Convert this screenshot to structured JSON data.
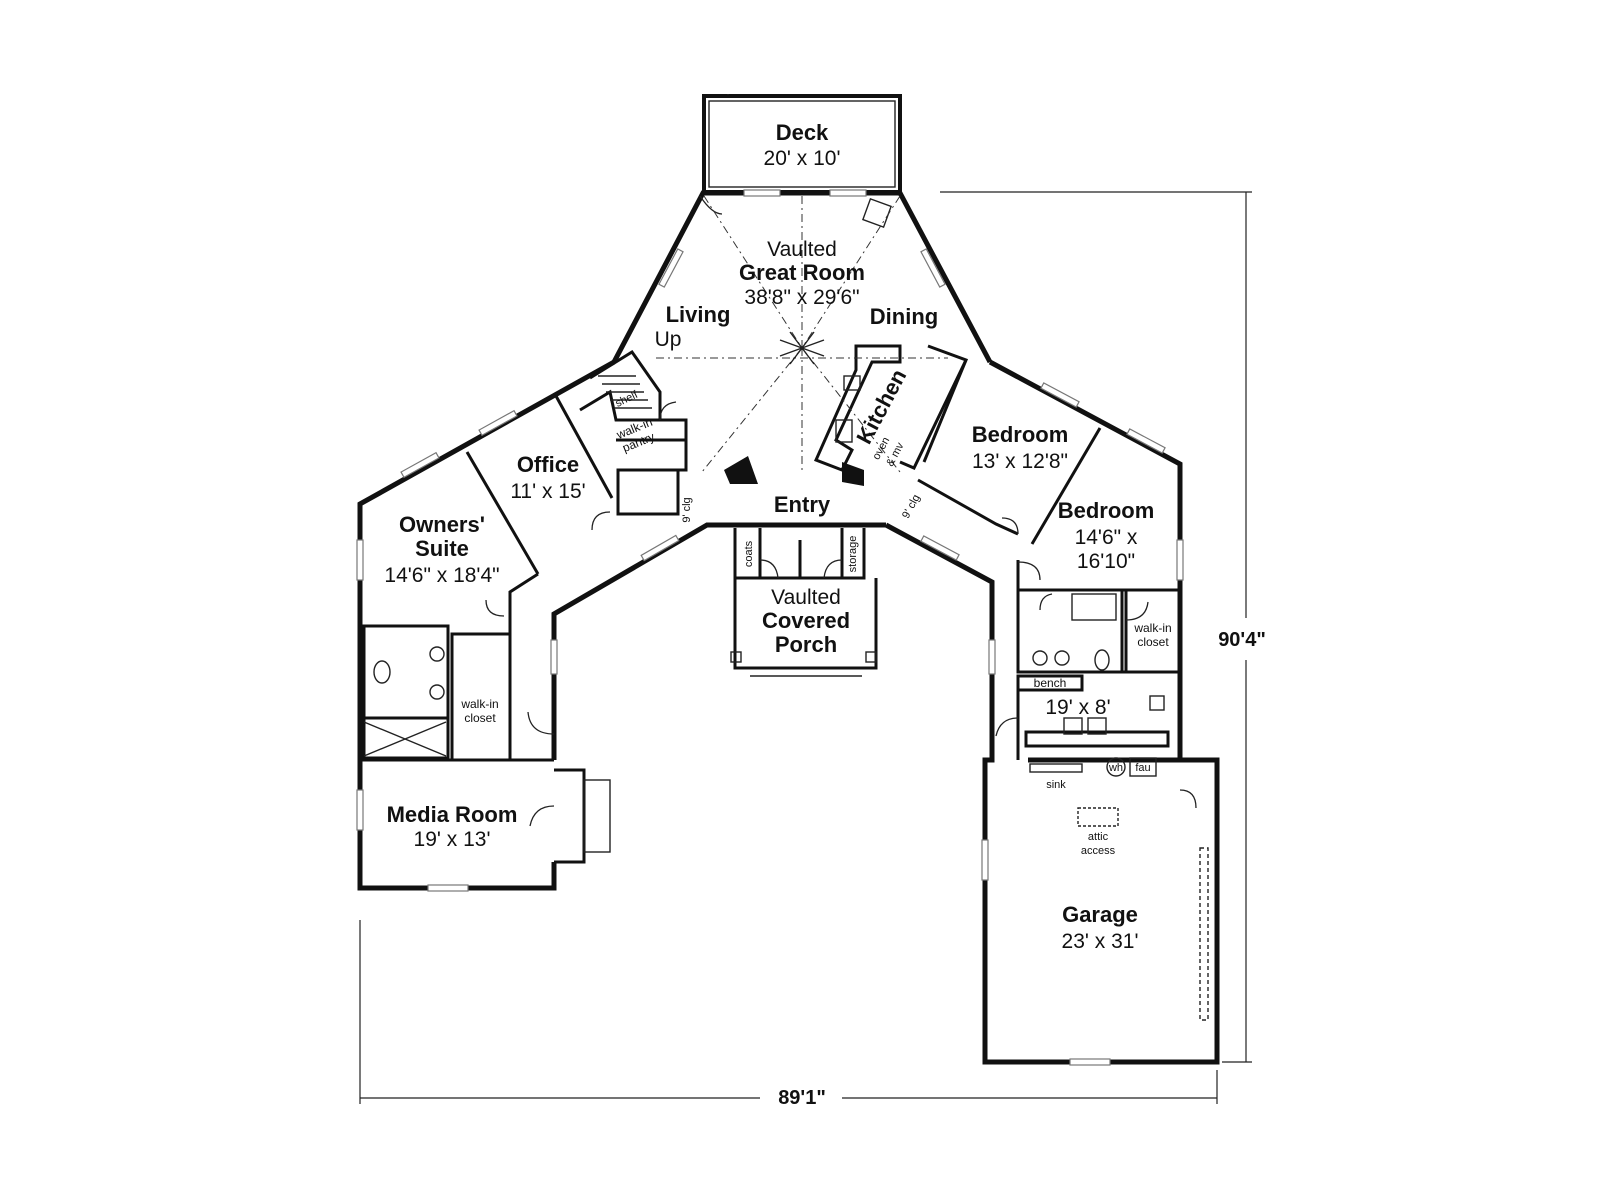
{
  "rooms": {
    "deck": {
      "name": "Deck",
      "size": "20' x 10'"
    },
    "great_room": {
      "qualifier": "Vaulted",
      "name": "Great Room",
      "size": "38'8\" x 29'6\""
    },
    "living": {
      "name": "Living"
    },
    "dining": {
      "name": "Dining"
    },
    "kitchen": {
      "name": "Kitchen"
    },
    "office": {
      "name": "Office",
      "size": "11' x 15'"
    },
    "owners_suite": {
      "name_line1": "Owners'",
      "name_line2": "Suite",
      "size": "14'6\" x 18'4\""
    },
    "entry": {
      "name": "Entry"
    },
    "porch": {
      "qualifier": "Vaulted",
      "name_line1": "Covered",
      "name_line2": "Porch"
    },
    "bedroom1": {
      "name": "Bedroom",
      "size": "13' x 12'8\""
    },
    "bedroom2": {
      "name": "Bedroom",
      "size_line1": "14'6\" x",
      "size_line2": "16'10\""
    },
    "utility": {
      "size": "19' x 8'"
    },
    "media_room": {
      "name": "Media Room",
      "size": "19' x 13'"
    },
    "garage": {
      "name": "Garage",
      "size": "23' x 31'"
    }
  },
  "labels": {
    "up": "Up",
    "shelf": "shelf",
    "pantry_line1": "walk-in",
    "pantry_line2": "pantry",
    "oven_line1": "oven",
    "oven_line2": "& mv",
    "clg_left": "9' clg",
    "clg_right": "9' clg",
    "coats": "coats",
    "storage": "storage",
    "closet_left_line1": "walk-in",
    "closet_left_line2": "closet",
    "closet_right_line1": "walk-in",
    "closet_right_line2": "closet",
    "bench": "bench",
    "sink": "sink",
    "wh": "wh",
    "fau": "fau",
    "attic_line1": "attic",
    "attic_line2": "access"
  },
  "dimensions": {
    "overall_width": "89'1\"",
    "overall_depth": "90'4\""
  }
}
